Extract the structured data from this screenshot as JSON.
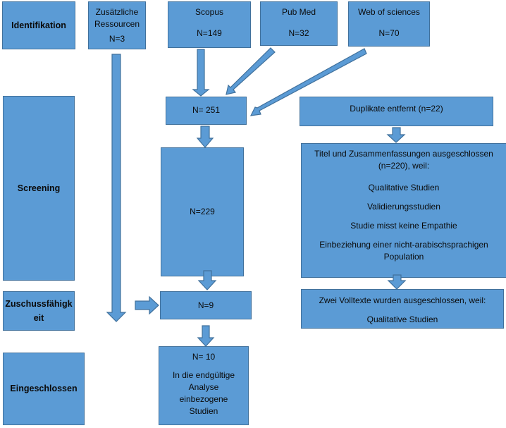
{
  "colors": {
    "box_fill": "#5b9bd5",
    "box_border": "#41719c",
    "text": "#0a0a0a"
  },
  "stages": {
    "identification": "Identifikation",
    "screening": "Screening",
    "eligibility_line1": "Zuschussfähigk",
    "eligibility_line2": "eit",
    "included": "Eingeschlossen"
  },
  "sources": {
    "additional": {
      "line1": "Zusätzliche",
      "line2": "Ressourcen",
      "count": "N=3"
    },
    "scopus": {
      "name": "Scopus",
      "count": "N=149"
    },
    "pubmed": {
      "name": "Pub Med",
      "count": "N=32"
    },
    "wos": {
      "name": "Web of sciences",
      "count": "N=70"
    }
  },
  "flow": {
    "total": "N= 251",
    "screened": "N=229",
    "eligible": "N=9",
    "included": {
      "count": "N= 10",
      "line1": "In die endgültige",
      "line2": "Analyse",
      "line3": "einbezogene",
      "line4": "Studien"
    }
  },
  "exclusions": {
    "duplicates": "Duplikate entfernt (n=22)",
    "title_abstract": {
      "line1": "Titel und Zusammenfassungen ausgeschlossen",
      "line2": "(n=220), weil:",
      "reasons": [
        "Qualitative Studien",
        "Validierungsstudien",
        "Studie misst keine Empathie",
        "Einbeziehung einer nicht-arabischsprachigen",
        "Population"
      ]
    },
    "fulltext": {
      "line1": "Zwei Volltexte wurden ausgeschlossen, weil:",
      "reason": "Qualitative Studien"
    }
  }
}
